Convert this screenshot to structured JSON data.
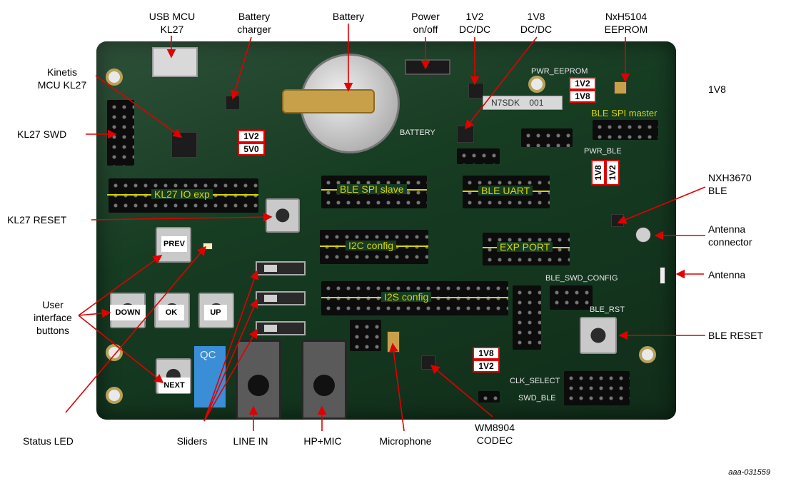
{
  "callouts": {
    "usb_mcu": [
      "USB MCU",
      "KL27"
    ],
    "battery_charger": [
      "Battery",
      "charger"
    ],
    "battery": "Battery",
    "power": [
      "Power",
      "on/off"
    ],
    "dcdc_1v2": [
      "1V2",
      "DC/DC"
    ],
    "dcdc_1v8": [
      "1V8",
      "DC/DC"
    ],
    "eeprom": [
      "NxH5104",
      "EEPROM"
    ],
    "kinetis": [
      "Kinetis",
      "MCU KL27"
    ],
    "right_1v8": "1V8",
    "kl27_swd": "KL27 SWD",
    "nxh3670": [
      "NXH3670",
      "BLE"
    ],
    "kl27_reset": "KL27 RESET",
    "antenna_connector": [
      "Antenna",
      "connector"
    ],
    "antenna": "Antenna",
    "user_buttons": [
      "User",
      "interface",
      "buttons"
    ],
    "ble_reset": "BLE RESET",
    "status_led": "Status LED",
    "sliders": "Sliders",
    "line_in": "LINE IN",
    "hp_mic": "HP+MIC",
    "microphone": "Microphone",
    "codec": [
      "WM8904",
      "CODEC"
    ]
  },
  "board_labels": {
    "kl27_io_exp": "KL27 IO exp",
    "ble_spi_slave": "BLE SPI slave",
    "ble_uart": "BLE UART",
    "i2c_config": "I2C config",
    "exp_port": "EXP PORT",
    "i2s_config": "I2S config",
    "ble_spi_master": "BLE SPI master"
  },
  "buttons": {
    "prev": "PREV",
    "down": "DOWN",
    "ok": "OK",
    "up": "UP",
    "next": "NEXT"
  },
  "voltage_tags": {
    "mcu_1v2": "1V2",
    "mcu_5v0": "5V0",
    "eeprom_1v2": "1V2",
    "eeprom_1v8": "1V8",
    "ble_1v8": "1V8",
    "ble_1v2": "1V2",
    "codec_1v8": "1V8",
    "codec_1v2": "1V2"
  },
  "silkscreen": {
    "sticker": "N7SDK    001",
    "battery": "BATTERY",
    "ble_rst": "BLE_RST",
    "ble_swd_config": "BLE_SWD_CONFIG",
    "swd_ble": "SWD_BLE",
    "clk_select": "CLK_SELECT",
    "pwr_eeprom": "PWR_EEPROM",
    "pwr_ble": "PWR_BLE",
    "qc": "QC"
  },
  "footer": "aaa-031559",
  "colors": {
    "board": "#163c22",
    "silkscreen": "#d4d600",
    "tag_border": "#e00000",
    "arrow": "#e00000"
  }
}
